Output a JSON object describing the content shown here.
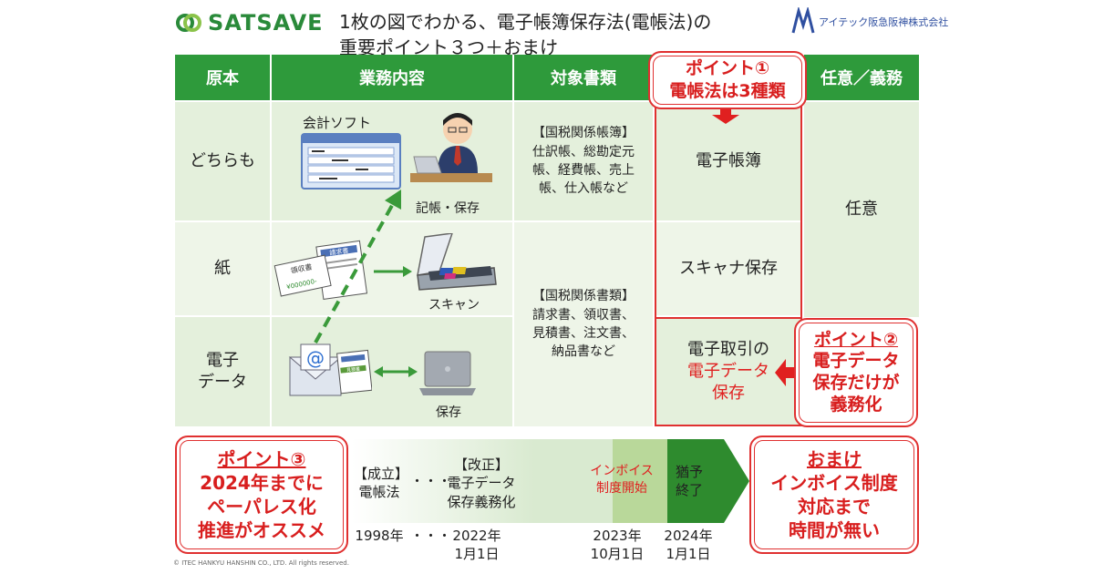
{
  "header": {
    "logo_text": "SATSAVE",
    "title_line1": "1枚の図でわかる、電子帳簿保存法(電帳法)の",
    "title_line2": "重要ポイント３つ＋おまけ",
    "company": "アイテック阪急阪神株式会社",
    "company_mark": "itec"
  },
  "table": {
    "headers": [
      "原本",
      "業務内容",
      "対象書類",
      "任意／義務"
    ],
    "rows": [
      {
        "original": "どちらも",
        "task_label": "会計ソフト",
        "task_action": "記帳・保存",
        "result": "電子帳簿"
      },
      {
        "original": "紙",
        "task_action": "スキャン",
        "result": "スキャナ保存"
      },
      {
        "original_line1": "電子",
        "original_line2": "データ",
        "task_action": "保存",
        "result_line1": "電子取引の",
        "result_line2": "電子データ",
        "result_line3": "保存"
      }
    ],
    "docs_books": {
      "line1": "【国税関係帳簿】",
      "line2": "仕訳帳、総勘定元",
      "line3": "帳、経費帳、売上",
      "line4": "帳、仕入帳など"
    },
    "docs_papers": {
      "line1": "【国税関係書類】",
      "line2": "請求書、領収書、",
      "line3": "見積書、注文書、",
      "line4": "納品書など"
    },
    "optional_label": "任意",
    "icons": {
      "receipt_label": "領収書",
      "invoice_label": "請求書",
      "receipt_amount": "¥000000-",
      "estimate_label": "見積書"
    }
  },
  "callouts": {
    "point1": {
      "line1": "ポイント①",
      "line2": "電帳法は3種類"
    },
    "point2": {
      "line1": "ポイント②",
      "line2": "電子データ",
      "line3": "保存だけが",
      "line4": "義務化"
    },
    "point3": {
      "line1": "ポイント③",
      "line2": "2024年までに",
      "line3": "ペーパレス化",
      "line4": "推進がオススメ"
    },
    "bonus": {
      "line1": "おまけ",
      "line2": "インボイス制度",
      "line3": "対応まで",
      "line4": "時間が無い"
    }
  },
  "timeline": {
    "stage1": {
      "line1": "【成立】",
      "line2": "電帳法"
    },
    "dots": "・・・",
    "stage2": {
      "line1": "【改正】",
      "line2": "電子データ",
      "line3": "保存義務化"
    },
    "stage3": {
      "line1": "インボイス",
      "line2": "制度開始"
    },
    "stage4": {
      "line1": "猶予",
      "line2": "終了"
    },
    "dates": {
      "d1": "1998年",
      "d2_line1": "2022年",
      "d2_line2": "1月1日",
      "d3_line1": "2023年",
      "d3_line2": "10月1日",
      "d4_line1": "2024年",
      "d4_line2": "1月1日"
    }
  },
  "copyright": "© ITEC HANKYU HANSHIN CO., LTD. All rights reserved.",
  "colors": {
    "header_green": "#2e9a3b",
    "cell_green": "#e4f0dc",
    "accent_red": "#e02020",
    "dark_green": "#2e8b2e"
  }
}
